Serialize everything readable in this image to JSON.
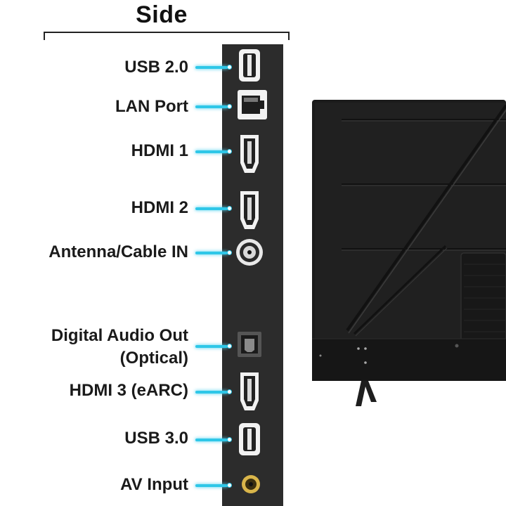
{
  "header": {
    "title": "Side"
  },
  "ports": [
    {
      "id": "usb-2",
      "label": "USB 2.0",
      "type": "usb"
    },
    {
      "id": "lan",
      "label": "LAN Port",
      "type": "lan"
    },
    {
      "id": "hdmi-1",
      "label": "HDMI 1",
      "type": "hdmi"
    },
    {
      "id": "hdmi-2",
      "label": "HDMI 2",
      "type": "hdmi"
    },
    {
      "id": "antenna",
      "label": "Antenna/Cable IN",
      "type": "coax"
    },
    {
      "id": "optical",
      "label": "Digital Audio Out",
      "label_line2": "(Optical)",
      "type": "optical"
    },
    {
      "id": "hdmi-3",
      "label": "HDMI 3 (eARC)",
      "type": "hdmi"
    },
    {
      "id": "usb-3",
      "label": "USB 3.0",
      "type": "usb"
    },
    {
      "id": "av",
      "label": "AV Input",
      "type": "av"
    }
  ],
  "colors": {
    "leader": "#2ec7e8",
    "panel": "#2c2c2c",
    "tv_body": "#1b1b1b",
    "av_jack": "#d9b54a"
  }
}
